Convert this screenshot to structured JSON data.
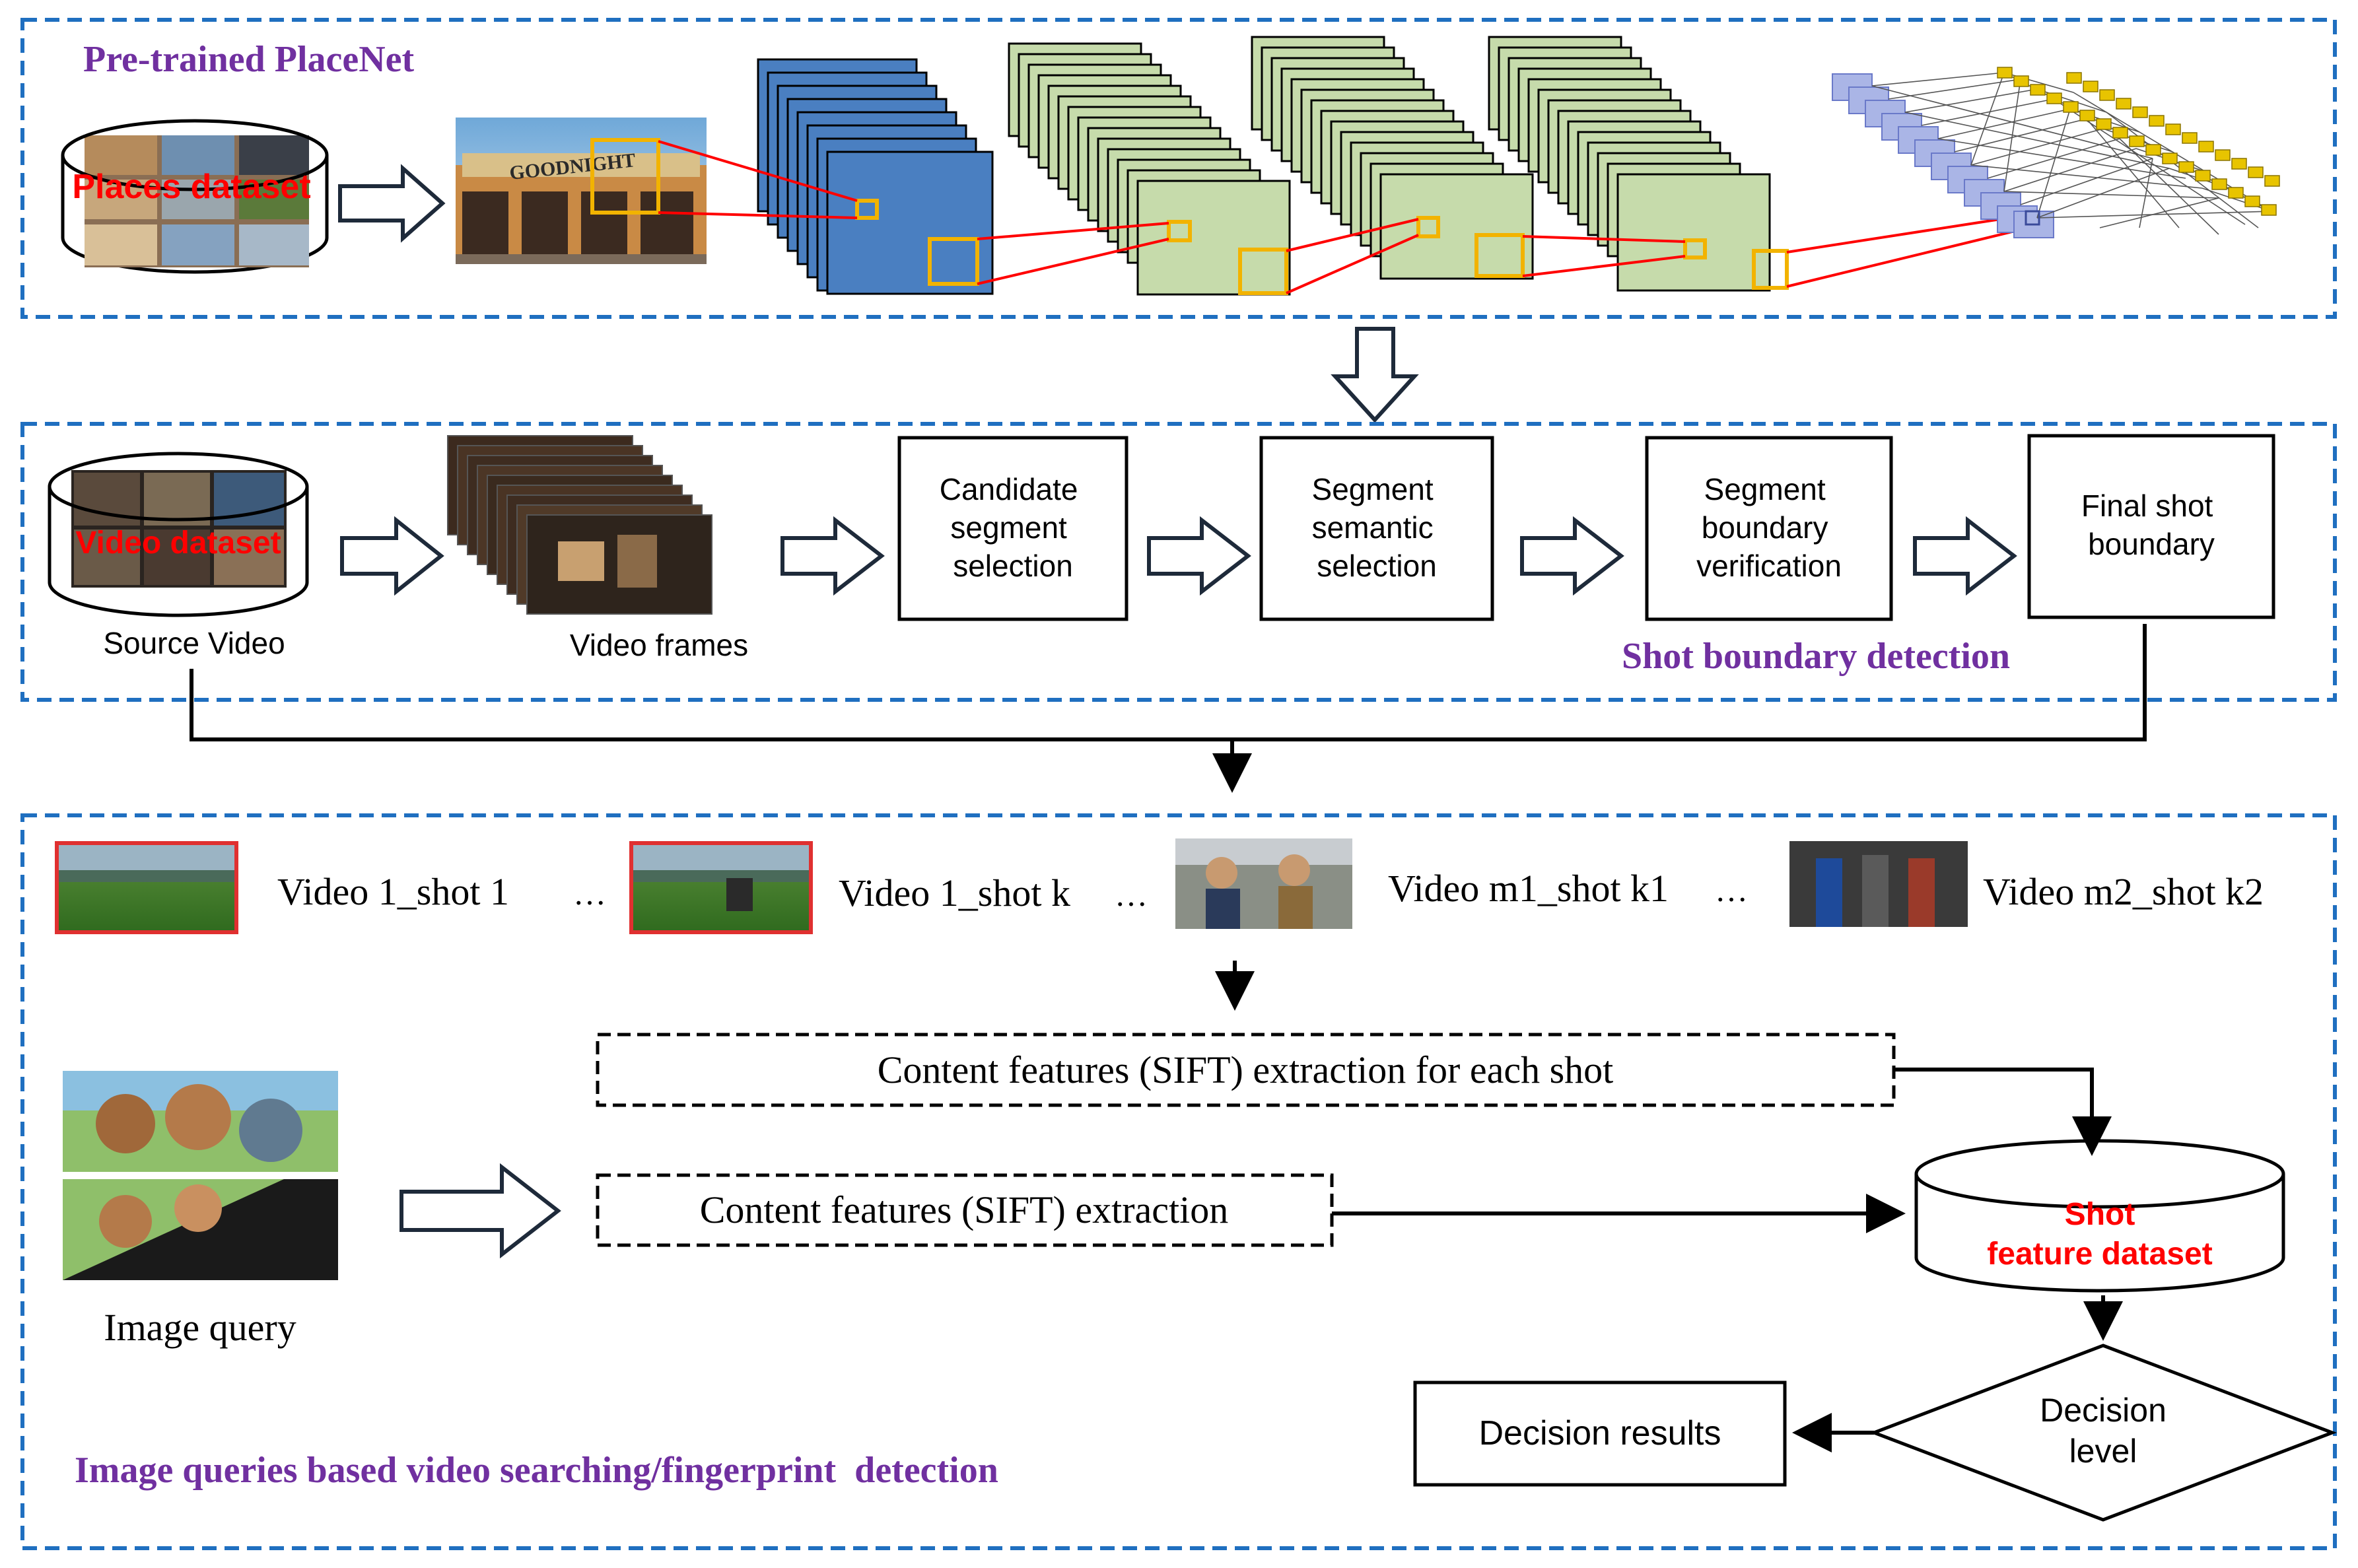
{
  "colors": {
    "panel_border": "#1f6fc0",
    "accent_purple": "#7030a0",
    "red": "#ff0000",
    "conv_blue": "#4a7fc1",
    "conv_green": "#c6dbab",
    "yellow": "#f2c100",
    "dark": "#000000"
  },
  "panel1": {
    "title": "Pre-trained PlaceNet",
    "dataset_label": "Places dataset",
    "sign_text": "GOODNIGHT"
  },
  "panel2": {
    "title": "Shot boundary detection",
    "source_label": "Source Video",
    "frames_label": "Video frames",
    "video_dataset_label": "Video dataset",
    "boxes": {
      "candidate": "Candidate segment selection",
      "semantic": "Segment semantic selection",
      "verification": "Segment boundary verification",
      "final": "Final shot boundary"
    }
  },
  "panel3": {
    "title": "Image queries based video searching/fingerprint  detection",
    "shots": {
      "shot1": "Video 1_shot 1",
      "shotk": "Video 1_shot k",
      "shotm1": "Video m1_shot k1",
      "shotm2": "Video m2_shot k2"
    },
    "ellipsis": "…",
    "extract_each": "Content features (SIFT) extraction for each shot",
    "extract_query": "Content features (SIFT) extraction",
    "image_query_label": "Image query",
    "shot_db_line1": "Shot",
    "shot_db_line2": "feature dataset",
    "decision_line1": "Decision",
    "decision_line2": "level",
    "decision_results": "Decision results"
  }
}
